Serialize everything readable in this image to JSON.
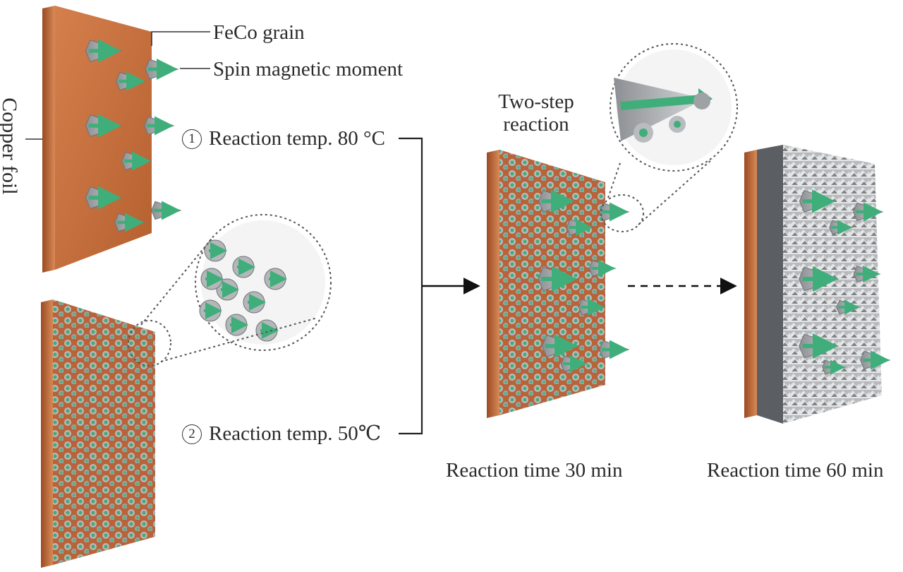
{
  "labels": {
    "feco_grain": "FeCo grain",
    "spin_moment": "Spin magnetic moment",
    "copper_foil": "Copper foil",
    "step1_number": "1",
    "step1_text": "Reaction temp. 80 °C",
    "step2_number": "2",
    "step2_text": "Reaction temp. 50℃",
    "two_step": "Two-step\nreaction",
    "time_30": "Reaction time 30 min",
    "time_60": "Reaction time 60 min"
  },
  "colors": {
    "copper": "#c46a3a",
    "copper_edge": "#a4532a",
    "grain": "#c9cbce",
    "grain_dark": "#8e9093",
    "arrow": "#3fae7a",
    "line": "#222222"
  },
  "icons": {
    "solid_arrow": "arrow-right",
    "dashed_arrow": "dashed-arrow-right",
    "zoom_bubble": "dotted-circle-magnifier"
  }
}
